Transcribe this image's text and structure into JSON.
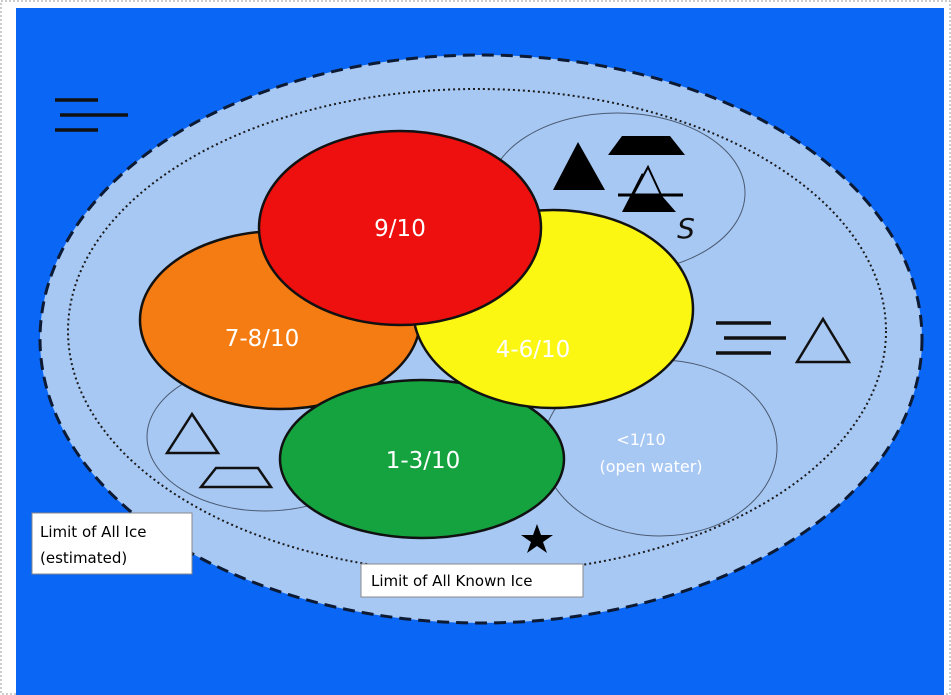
{
  "regions": {
    "c9": {
      "label": "9/10"
    },
    "c78": {
      "label": "7-8/10"
    },
    "c46": {
      "label": "4-6/10"
    },
    "c13": {
      "label": "1-3/10"
    },
    "open": {
      "line1": "<1/10",
      "line2": "(open water)"
    }
  },
  "boxes": {
    "limit_all_ice": {
      "line1": "Limit of All Ice",
      "line2": "(estimated)"
    },
    "limit_known_ice": {
      "label": "Limit of All Known Ice"
    }
  },
  "symbols": {
    "strips_letter": "S"
  },
  "colors": {
    "sea": "#0a66f5",
    "ice_pale": "#a8c8f4",
    "red": "#ee0f0f",
    "orange": "#f47c12",
    "yellow": "#fbf612",
    "green": "#14a33e",
    "frame": "#808080"
  },
  "icons": [
    "three-lines-icon",
    "filled-triangle-icon",
    "filled-trapezoid-icon",
    "crossed-triangle-icon",
    "star-icon",
    "outline-triangle-icon",
    "outline-trapezoid-icon"
  ]
}
